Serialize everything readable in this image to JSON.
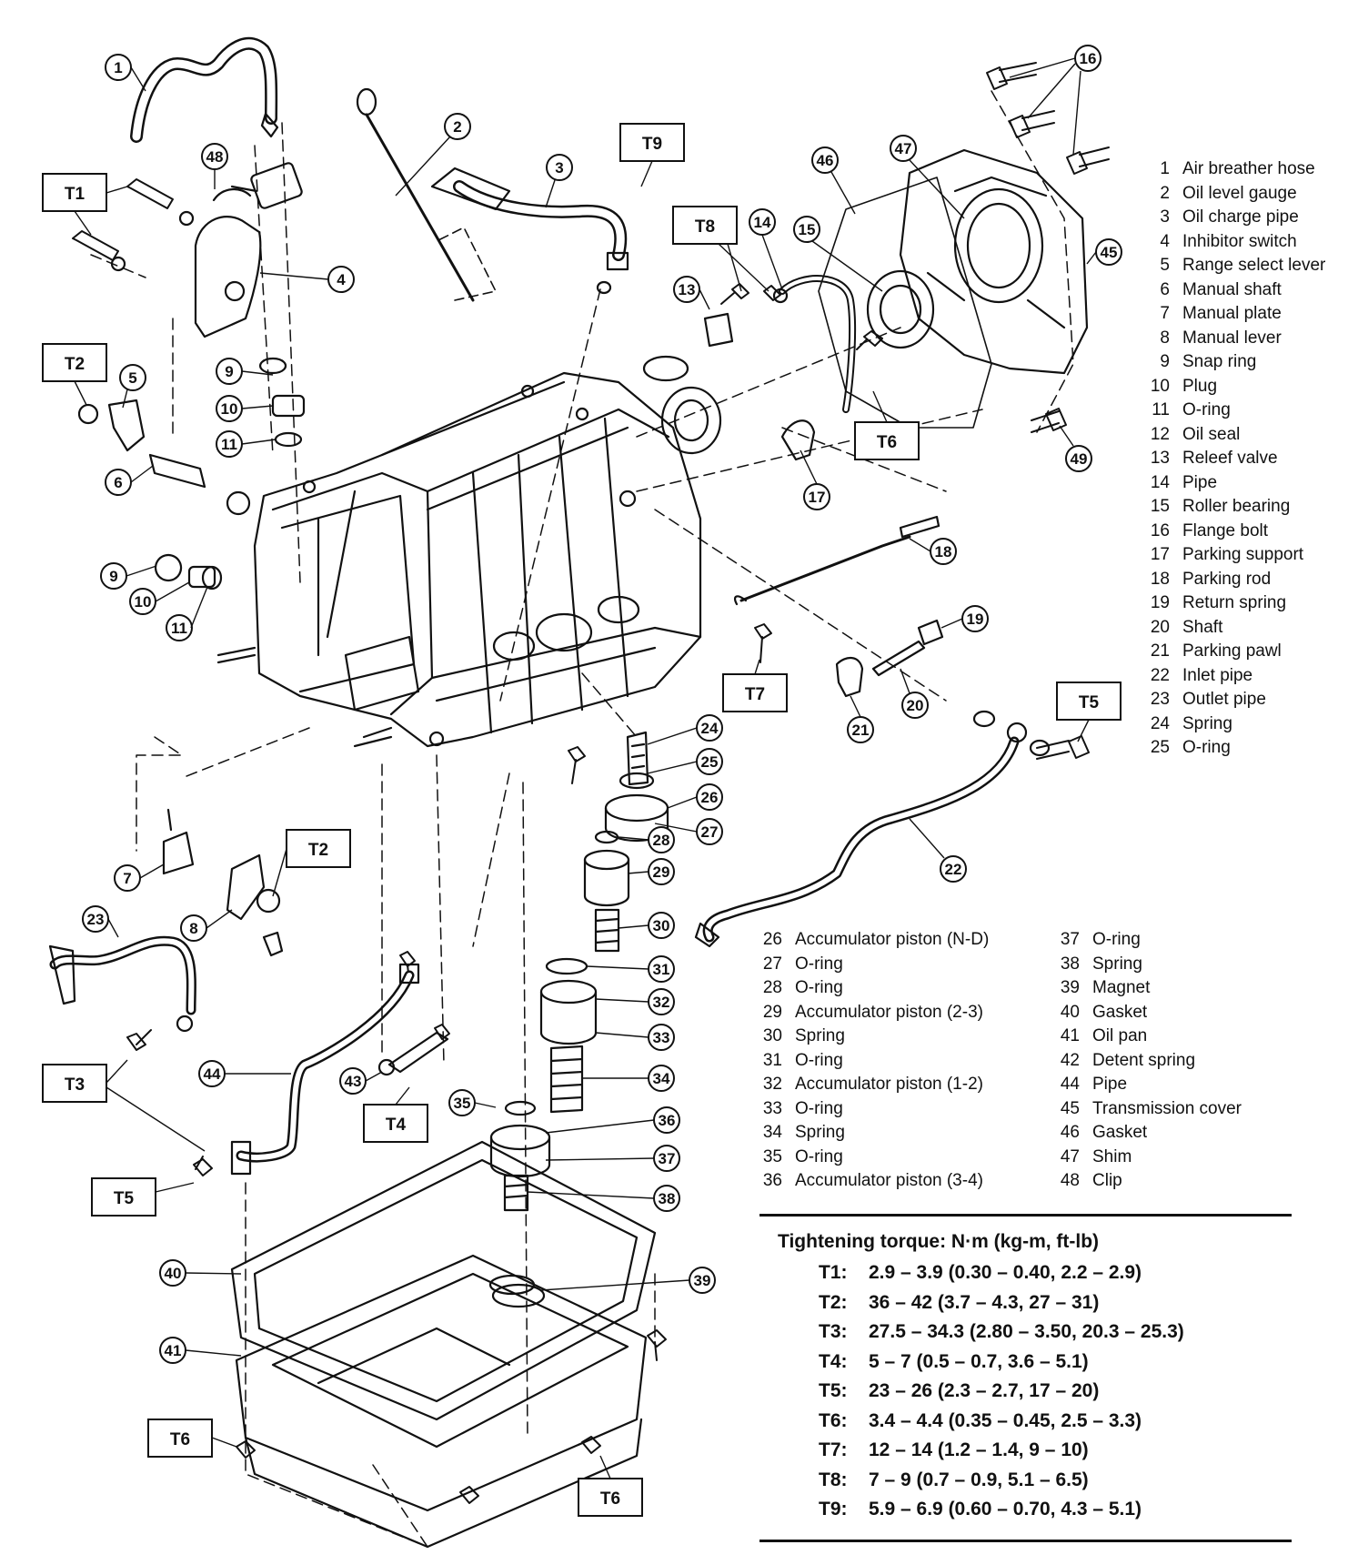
{
  "legend_right": [
    {
      "num": "1",
      "label": "Air breather hose"
    },
    {
      "num": "2",
      "label": "Oil level gauge"
    },
    {
      "num": "3",
      "label": "Oil charge pipe"
    },
    {
      "num": "4",
      "label": "Inhibitor switch"
    },
    {
      "num": "5",
      "label": "Range select lever"
    },
    {
      "num": "6",
      "label": "Manual shaft"
    },
    {
      "num": "7",
      "label": "Manual plate"
    },
    {
      "num": "8",
      "label": "Manual lever"
    },
    {
      "num": "9",
      "label": "Snap ring"
    },
    {
      "num": "10",
      "label": "Plug"
    },
    {
      "num": "11",
      "label": "O-ring"
    },
    {
      "num": "12",
      "label": "Oil seal"
    },
    {
      "num": "13",
      "label": "Releef valve"
    },
    {
      "num": "14",
      "label": "Pipe"
    },
    {
      "num": "15",
      "label": "Roller bearing"
    },
    {
      "num": "16",
      "label": "Flange bolt"
    },
    {
      "num": "17",
      "label": "Parking support"
    },
    {
      "num": "18",
      "label": "Parking rod"
    },
    {
      "num": "19",
      "label": "Return spring"
    },
    {
      "num": "20",
      "label": "Shaft"
    },
    {
      "num": "21",
      "label": "Parking pawl"
    },
    {
      "num": "22",
      "label": "Inlet pipe"
    },
    {
      "num": "23",
      "label": "Outlet pipe"
    },
    {
      "num": "24",
      "label": "Spring"
    },
    {
      "num": "25",
      "label": "O-ring"
    }
  ],
  "legend_mid_left": [
    {
      "num": "26",
      "label": "Accumulator piston (N-D)"
    },
    {
      "num": "27",
      "label": "O-ring"
    },
    {
      "num": "28",
      "label": "O-ring"
    },
    {
      "num": "29",
      "label": "Accumulator piston (2-3)"
    },
    {
      "num": "30",
      "label": "Spring"
    },
    {
      "num": "31",
      "label": "O-ring"
    },
    {
      "num": "32",
      "label": "Accumulator piston (1-2)"
    },
    {
      "num": "33",
      "label": "O-ring"
    },
    {
      "num": "34",
      "label": "Spring"
    },
    {
      "num": "35",
      "label": "O-ring"
    },
    {
      "num": "36",
      "label": "Accumulator piston (3-4)"
    }
  ],
  "legend_mid_right": [
    {
      "num": "37",
      "label": "O-ring"
    },
    {
      "num": "38",
      "label": "Spring"
    },
    {
      "num": "39",
      "label": "Magnet"
    },
    {
      "num": "40",
      "label": "Gasket"
    },
    {
      "num": "41",
      "label": "Oil pan"
    },
    {
      "num": "42",
      "label": "Detent spring"
    },
    {
      "num": "44",
      "label": "Pipe"
    },
    {
      "num": "45",
      "label": "Transmission cover"
    },
    {
      "num": "46",
      "label": "Gasket"
    },
    {
      "num": "47",
      "label": "Shim"
    },
    {
      "num": "48",
      "label": "Clip"
    }
  ],
  "torque": {
    "heading": "Tightening torque:  N·m (kg-m, ft-lb)",
    "rows": [
      {
        "code": "T1:",
        "value": "2.9 – 3.9 (0.30 – 0.40, 2.2 – 2.9)"
      },
      {
        "code": "T2:",
        "value": "36 – 42 (3.7 – 4.3, 27 – 31)"
      },
      {
        "code": "T3:",
        "value": "27.5 – 34.3 (2.80 – 3.50, 20.3 – 25.3)"
      },
      {
        "code": "T4:",
        "value": "5 – 7 (0.5 – 0.7, 3.6 – 5.1)"
      },
      {
        "code": "T5:",
        "value": "23 – 26 (2.3 – 2.7, 17 – 20)"
      },
      {
        "code": "T6:",
        "value": "3.4 – 4.4 (0.35 – 0.45, 2.5 – 3.3)"
      },
      {
        "code": "T7:",
        "value": "12 – 14 (1.2 – 1.4, 9 – 10)"
      },
      {
        "code": "T8:",
        "value": "7 – 9 (0.7 – 0.9, 5.1 – 6.5)"
      },
      {
        "code": "T9:",
        "value": "5.9 – 6.9 (0.60 – 0.70, 4.3 – 5.1)"
      }
    ]
  },
  "callouts": [
    "1",
    "2",
    "3",
    "4",
    "5",
    "6",
    "8",
    "9",
    "10",
    "11",
    "13",
    "14",
    "15",
    "16",
    "17",
    "18",
    "19",
    "20",
    "21",
    "22",
    "23",
    "24",
    "25",
    "26",
    "27",
    "28",
    "29",
    "30",
    "31",
    "32",
    "33",
    "34",
    "35",
    "36",
    "37",
    "38",
    "39",
    "40",
    "41",
    "43",
    "44",
    "45",
    "46",
    "47",
    "48",
    "49",
    "7",
    "9",
    "10",
    "11"
  ],
  "torque_boxes": [
    "T1",
    "T2",
    "T9",
    "T8",
    "T6",
    "T7",
    "T5",
    "T2",
    "T3",
    "T4",
    "T5",
    "T6",
    "T6"
  ]
}
